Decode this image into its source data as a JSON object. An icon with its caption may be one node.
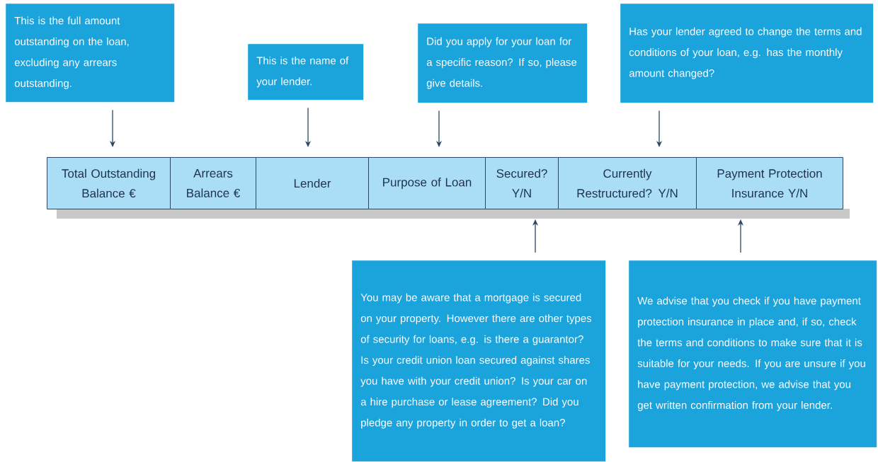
{
  "diagram": {
    "nodes": [
      {
        "text": [
          "This is the full amount outstanding on the loan, excluding any arrears outstanding."
        ]
      },
      {
        "text": [
          "This is the name of your lender."
        ]
      },
      {
        "text": [
          "Did you apply for your loan for a specific reason? If so, please give details."
        ]
      },
      {
        "text": [
          "Has your lender agreed to change the terms and conditions of your loan, e.g. has the monthly amount changed?"
        ]
      },
      {
        "text": [
          "Total Outstanding Balance €"
        ]
      },
      {
        "text": [
          "Arrears Balance €"
        ]
      },
      {
        "text": [
          "Lender"
        ]
      },
      {
        "text": [
          "Purpose of Loan"
        ]
      },
      {
        "text": [
          "Secured? Y/N"
        ]
      },
      {
        "text": [
          "Currently Restructured? Y/N"
        ]
      },
      {
        "text": [
          "Payment Protection Insurance Y/N"
        ]
      },
      {
        "text": [
          "You may be aware that a mortgage is secured on your property.  However there are other types of security for loans, e.g. is there a guarantor?  Is your credit union loan secured against shares you have with your credit union?  Is your car on  a hire purchase or lease agreement?   Did you pledge any property in order to get a loan?"
        ]
      },
      {
        "text": [
          "We advise that you check if you have payment protection insurance in place and, if so, check the terms and conditions to make sure that it is suitable for your needs.  If you are unsure if you have payment protection, we advise that you get written confirmation from your lender."
        ]
      }
    ],
    "edges": [
      {
        "from": 0,
        "to": 4,
        "arrow": "to"
      },
      {
        "from": 1,
        "to": 6,
        "arrow": "to"
      },
      {
        "from": 2,
        "to": 7,
        "arrow": "to"
      },
      {
        "from": 3,
        "to": 9,
        "arrow": "to"
      },
      {
        "from": 11,
        "to": 8,
        "arrow": "to"
      },
      {
        "from": 12,
        "to": 10,
        "arrow": "to"
      }
    ]
  }
}
